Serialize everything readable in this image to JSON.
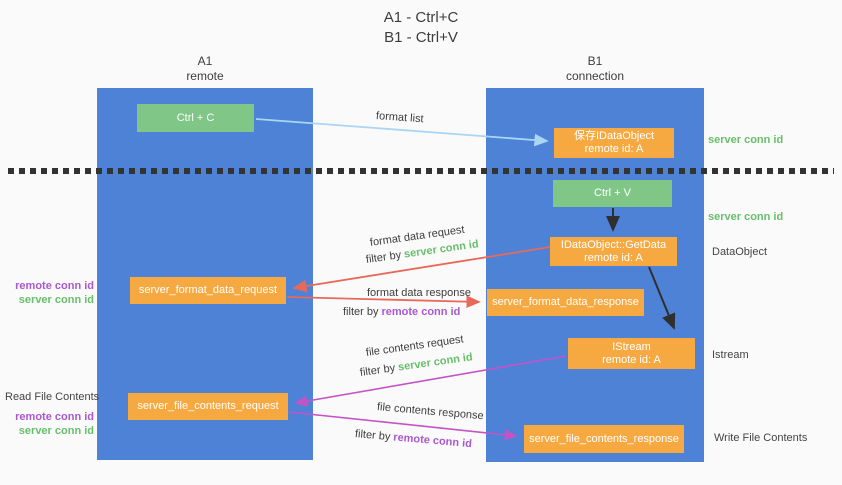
{
  "title": {
    "line1": "A1 - Ctrl+C",
    "line2": "B1 - Ctrl+V"
  },
  "lifelines": {
    "a1": {
      "name": "A1",
      "role": "remote"
    },
    "b1": {
      "name": "B1",
      "role": "connection"
    }
  },
  "nodes": {
    "ctrl_c": {
      "label": "Ctrl + C"
    },
    "ctrl_v": {
      "label": "Ctrl + V"
    },
    "save_dataobject": {
      "line1": "保存IDataObject",
      "line2": "remote id: A"
    },
    "getdata": {
      "line1": "IDataObject::GetData",
      "line2": "remote id: A"
    },
    "istream": {
      "line1": "IStream",
      "line2": "remote id: A"
    },
    "server_format_data_request": {
      "label": "server_format_data_request"
    },
    "server_format_data_response": {
      "label": "server_format_data_response"
    },
    "server_file_contents_request": {
      "label": "server_file_contents_request"
    },
    "server_file_contents_response": {
      "label": "server_file_contents_response"
    }
  },
  "edges": {
    "format_list": {
      "label": "format list"
    },
    "format_data_request": {
      "label": "format data request",
      "filter_prefix": "filter by",
      "filter_key": "server conn id"
    },
    "format_data_response": {
      "label": "format data response",
      "filter_prefix": "filter by",
      "filter_key": "remote conn id"
    },
    "file_contents_request": {
      "label": "file contents request",
      "filter_prefix": "filter by",
      "filter_key": "server conn id"
    },
    "file_contents_response": {
      "label": "file contents response",
      "filter_prefix": "filter by",
      "filter_key": "remote conn id"
    }
  },
  "side_labels": {
    "right_server_conn_id_1": "server conn id",
    "right_server_conn_id_2": "server conn id",
    "dataobject": "DataObject",
    "istream": "Istream",
    "write_file_contents": "Write File Contents",
    "left_remote_conn_id_1": "remote conn id",
    "left_server_conn_id_1": "server conn id",
    "read_file_contents": "Read File Contents",
    "left_remote_conn_id_2": "remote conn id",
    "left_server_conn_id_2": "server conn id"
  },
  "colors": {
    "lifeline_blue": "#4d82d6",
    "node_green": "#80c787",
    "node_orange": "#f7a941",
    "server_conn_green": "#67bf6b",
    "remote_conn_purple": "#a958ce",
    "arrow_salmon": "#e8695a",
    "arrow_magenta": "#c454c6",
    "arrow_lightblue": "#a9d6f2",
    "arrow_black": "#2f2f2f",
    "text_dark": "#3d3d3d"
  }
}
